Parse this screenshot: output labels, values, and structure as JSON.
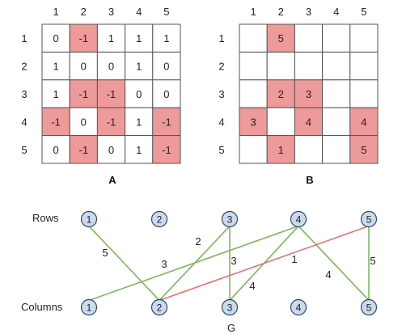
{
  "colors": {
    "highlight": "#ee9a9a",
    "grid_line": "#555555",
    "node_fill": "#c9dbee",
    "node_stroke": "#34495e",
    "edge_green": "#7ab85a",
    "edge_red": "#ec6f6f"
  },
  "matrix_a": {
    "caption": "A",
    "col_headers": [
      "1",
      "2",
      "3",
      "4",
      "5"
    ],
    "row_headers": [
      "1",
      "2",
      "3",
      "4",
      "5"
    ],
    "cells": [
      [
        "0",
        "-1",
        "1",
        "1",
        "1"
      ],
      [
        "1",
        "0",
        "0",
        "1",
        "0"
      ],
      [
        "1",
        "-1",
        "-1",
        "0",
        "0"
      ],
      [
        "-1",
        "0",
        "-1",
        "1",
        "-1"
      ],
      [
        "0",
        "-1",
        "0",
        "1",
        "-1"
      ]
    ],
    "highlight": [
      [
        false,
        true,
        false,
        false,
        false
      ],
      [
        false,
        false,
        false,
        false,
        false
      ],
      [
        false,
        true,
        true,
        false,
        false
      ],
      [
        true,
        false,
        true,
        false,
        true
      ],
      [
        false,
        true,
        false,
        false,
        true
      ]
    ]
  },
  "matrix_b": {
    "caption": "B",
    "col_headers": [
      "1",
      "2",
      "3",
      "4",
      "5"
    ],
    "row_headers": [
      "1",
      "2",
      "3",
      "4",
      "5"
    ],
    "cells": [
      [
        "",
        "5",
        "",
        "",
        ""
      ],
      [
        "",
        "",
        "",
        "",
        ""
      ],
      [
        "",
        "2",
        "3",
        "",
        ""
      ],
      [
        "3",
        "",
        "4",
        "",
        "4"
      ],
      [
        "",
        "1",
        "",
        "",
        "5"
      ]
    ],
    "highlight": [
      [
        false,
        true,
        false,
        false,
        false
      ],
      [
        false,
        false,
        false,
        false,
        false
      ],
      [
        false,
        true,
        true,
        false,
        false
      ],
      [
        true,
        false,
        true,
        false,
        true
      ],
      [
        false,
        true,
        false,
        false,
        true
      ]
    ]
  },
  "graph": {
    "caption": "G",
    "rows_label": "Rows",
    "columns_label": "Columns",
    "row_nodes": [
      "1",
      "2",
      "3",
      "4",
      "5"
    ],
    "column_nodes": [
      "1",
      "2",
      "3",
      "4",
      "5"
    ],
    "edges": [
      {
        "row": 1,
        "col": 2,
        "weight": "5",
        "color": "green"
      },
      {
        "row": 3,
        "col": 2,
        "weight": "2",
        "color": "green"
      },
      {
        "row": 3,
        "col": 3,
        "weight": "3",
        "color": "green"
      },
      {
        "row": 4,
        "col": 1,
        "weight": "3",
        "color": "green"
      },
      {
        "row": 4,
        "col": 3,
        "weight": "4",
        "color": "green"
      },
      {
        "row": 4,
        "col": 5,
        "weight": "4",
        "color": "green"
      },
      {
        "row": 5,
        "col": 2,
        "weight": "1",
        "color": "red"
      },
      {
        "row": 5,
        "col": 5,
        "weight": "5",
        "color": "green"
      }
    ]
  }
}
